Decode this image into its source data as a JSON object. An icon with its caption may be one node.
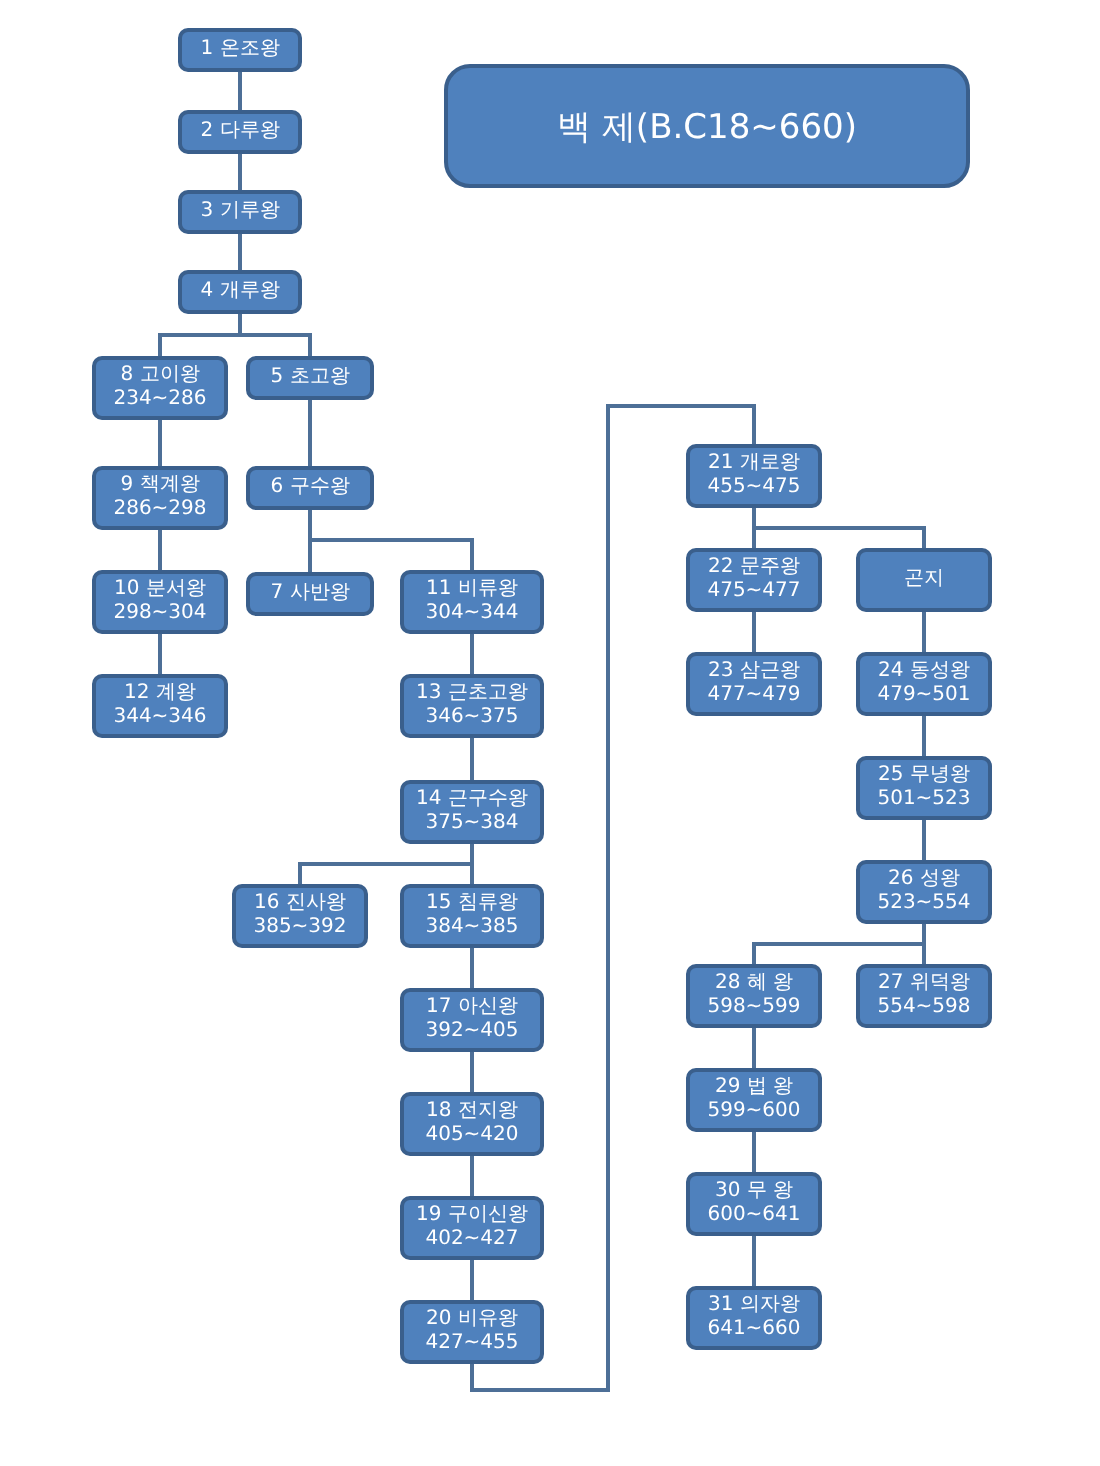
{
  "diagram": {
    "title": "백 제(B.C18~660)",
    "nodes": [
      {
        "text": [
          "1 온조왕"
        ]
      },
      {
        "text": [
          "2 다루왕"
        ]
      },
      {
        "text": [
          "3 기루왕"
        ]
      },
      {
        "text": [
          "4 개루왕"
        ]
      },
      {
        "text": [
          "8 고이왕",
          "234~286"
        ]
      },
      {
        "text": [
          "5 초고왕"
        ]
      },
      {
        "text": [
          "9 책계왕",
          "286~298"
        ]
      },
      {
        "text": [
          "6 구수왕"
        ]
      },
      {
        "text": [
          "10 분서왕",
          "298~304"
        ]
      },
      {
        "text": [
          "7 사반왕"
        ]
      },
      {
        "text": [
          "11 비류왕",
          "304~344"
        ]
      },
      {
        "text": [
          "12 계왕",
          "344~346"
        ]
      },
      {
        "text": [
          "13 근초고왕",
          "346~375"
        ]
      },
      {
        "text": [
          "14 근구수왕",
          "375~384"
        ]
      },
      {
        "text": [
          "16 진사왕",
          "385~392"
        ]
      },
      {
        "text": [
          "15 침류왕",
          "384~385"
        ]
      },
      {
        "text": [
          "17 아신왕",
          "392~405"
        ]
      },
      {
        "text": [
          "18 전지왕",
          "405~420"
        ]
      },
      {
        "text": [
          "19 구이신왕",
          "402~427"
        ]
      },
      {
        "text": [
          "20 비유왕",
          "427~455"
        ]
      },
      {
        "text": [
          "21 개로왕",
          "455~475"
        ]
      },
      {
        "text": [
          "22 문주왕",
          "475~477"
        ]
      },
      {
        "text": [
          "곤지"
        ]
      },
      {
        "text": [
          "23 삼근왕",
          "477~479"
        ]
      },
      {
        "text": [
          "24 동성왕",
          "479~501"
        ]
      },
      {
        "text": [
          "25 무녕왕",
          "501~523"
        ]
      },
      {
        "text": [
          "26 성왕",
          "523~554"
        ]
      },
      {
        "text": [
          "28 혜 왕",
          "598~599"
        ]
      },
      {
        "text": [
          "27 위덕왕",
          "554~598"
        ]
      },
      {
        "text": [
          "29 법 왕",
          "599~600"
        ]
      },
      {
        "text": [
          "30 무 왕",
          "600~641"
        ]
      },
      {
        "text": [
          "31 의자왕",
          "641~660"
        ]
      }
    ],
    "edges": [
      {
        "from": 0,
        "to": 1,
        "arrow": "none"
      },
      {
        "from": 1,
        "to": 2,
        "arrow": "none"
      },
      {
        "from": 2,
        "to": 3,
        "arrow": "none"
      },
      {
        "from": 3,
        "to": 4,
        "arrow": "none"
      },
      {
        "from": 3,
        "to": 5,
        "arrow": "none"
      },
      {
        "from": 4,
        "to": 6,
        "arrow": "none"
      },
      {
        "from": 6,
        "to": 8,
        "arrow": "none"
      },
      {
        "from": 8,
        "to": 11,
        "arrow": "none"
      },
      {
        "from": 5,
        "to": 7,
        "arrow": "none"
      },
      {
        "from": 7,
        "to": 9,
        "arrow": "none"
      },
      {
        "from": 7,
        "to": 10,
        "arrow": "none"
      },
      {
        "from": 10,
        "to": 12,
        "arrow": "none"
      },
      {
        "from": 12,
        "to": 13,
        "arrow": "none"
      },
      {
        "from": 13,
        "to": 14,
        "arrow": "none"
      },
      {
        "from": 13,
        "to": 15,
        "arrow": "none"
      },
      {
        "from": 15,
        "to": 16,
        "arrow": "none"
      },
      {
        "from": 16,
        "to": 17,
        "arrow": "none"
      },
      {
        "from": 17,
        "to": 18,
        "arrow": "none"
      },
      {
        "from": 18,
        "to": 19,
        "arrow": "none"
      },
      {
        "from": 19,
        "to": 20,
        "arrow": "none"
      },
      {
        "from": 20,
        "to": 21,
        "arrow": "none"
      },
      {
        "from": 20,
        "to": 22,
        "arrow": "none"
      },
      {
        "from": 21,
        "to": 23,
        "arrow": "none"
      },
      {
        "from": 22,
        "to": 24,
        "arrow": "none"
      },
      {
        "from": 24,
        "to": 25,
        "arrow": "none"
      },
      {
        "from": 25,
        "to": 26,
        "arrow": "none"
      },
      {
        "from": 26,
        "to": 27,
        "arrow": "none"
      },
      {
        "from": 26,
        "to": 28,
        "arrow": "none"
      },
      {
        "from": 27,
        "to": 29,
        "arrow": "none"
      },
      {
        "from": 29,
        "to": 30,
        "arrow": "none"
      },
      {
        "from": 30,
        "to": 31,
        "arrow": "none"
      }
    ]
  }
}
